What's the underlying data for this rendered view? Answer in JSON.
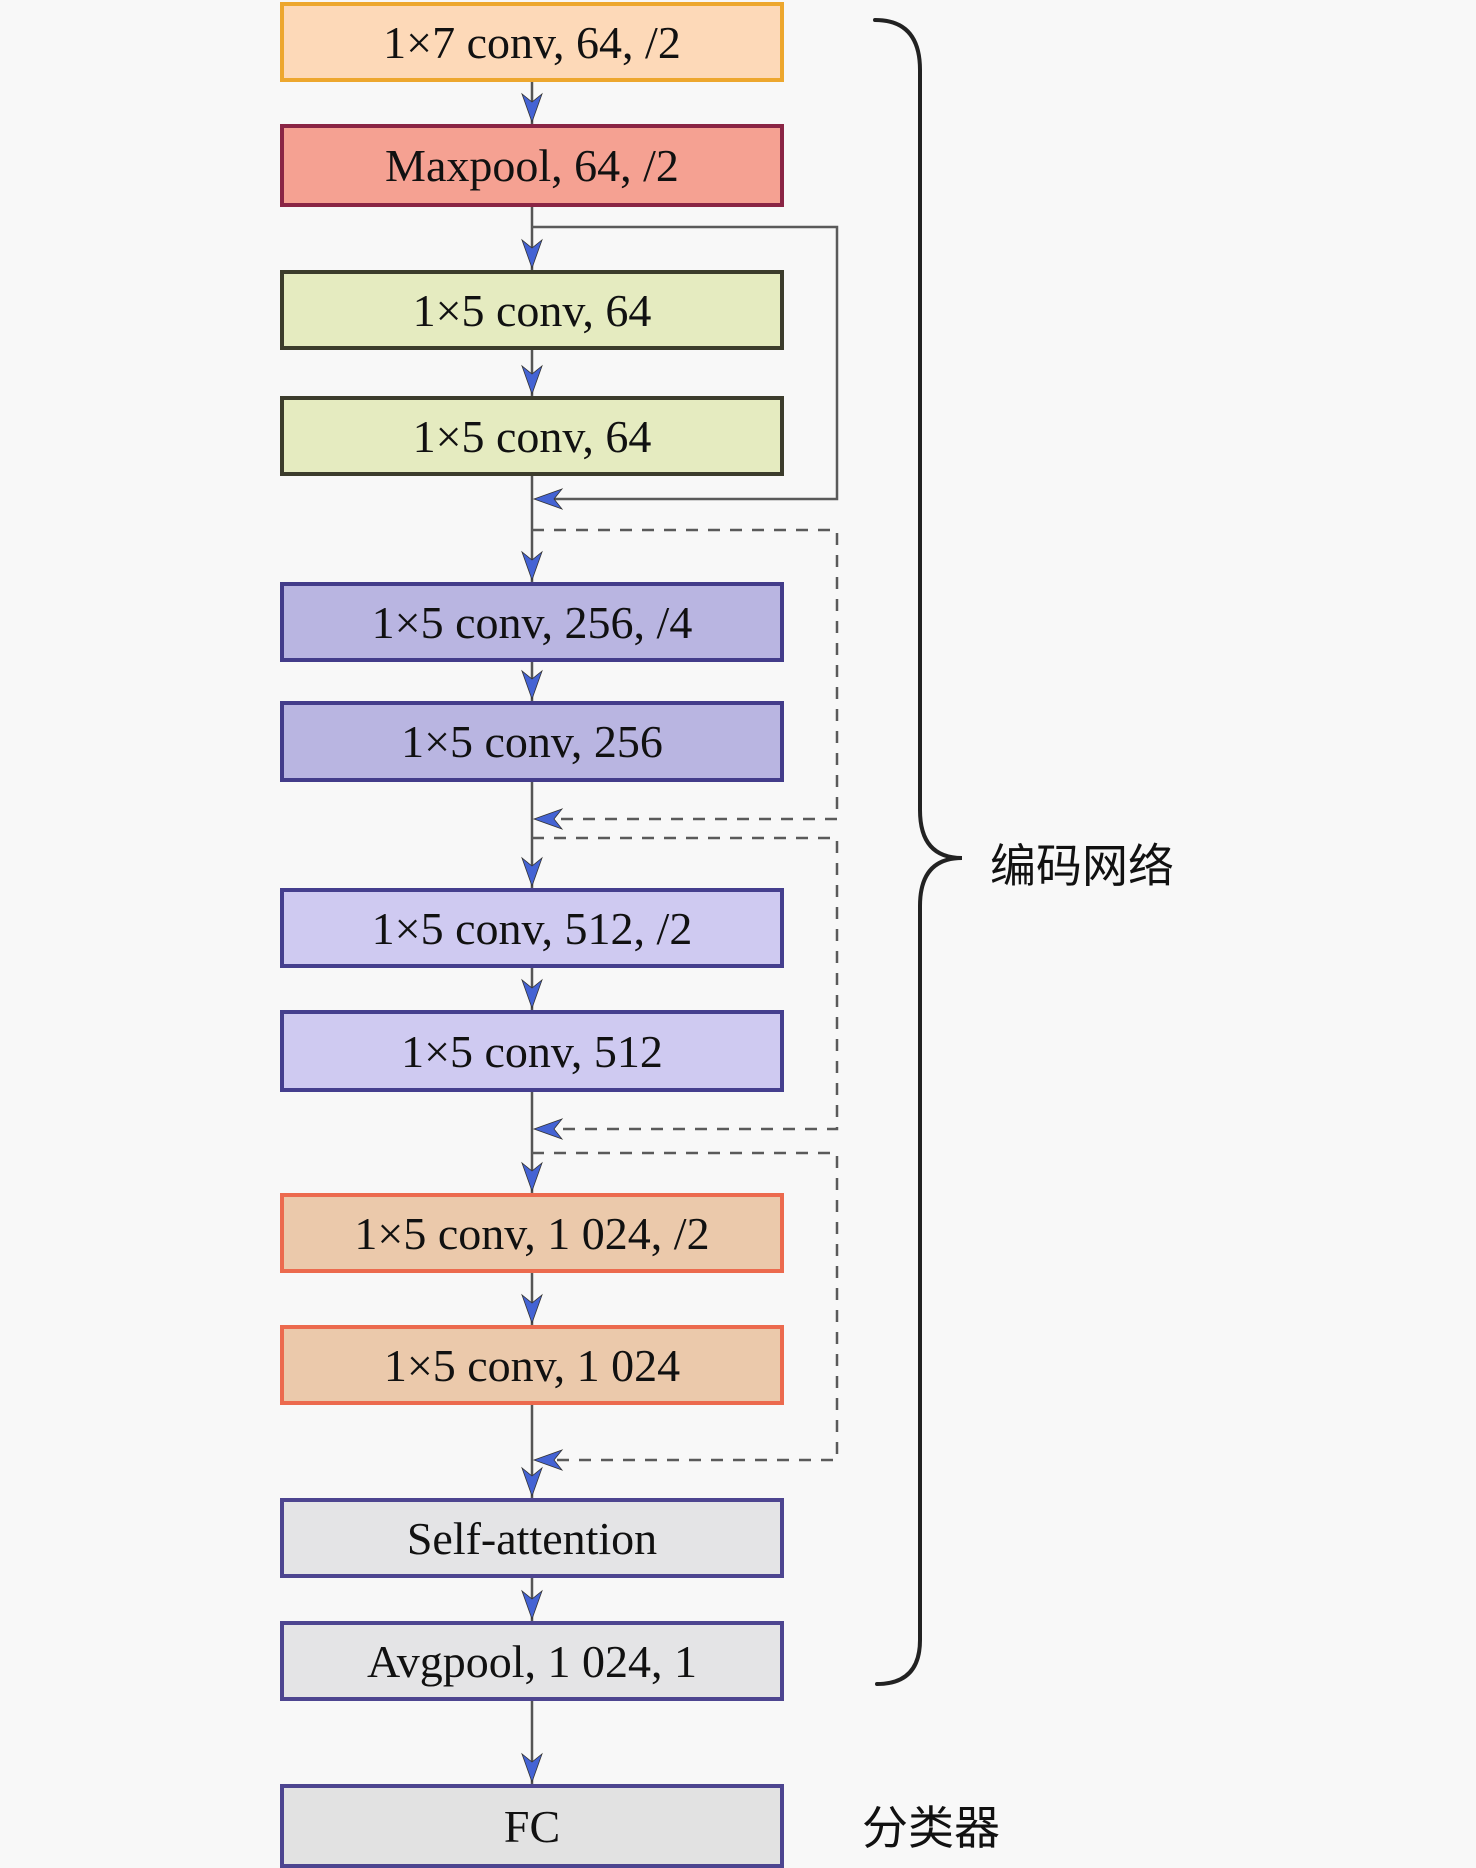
{
  "diagram": {
    "blocks": [
      {
        "id": "conv7",
        "label": "1×7 conv, 64, /2"
      },
      {
        "id": "maxpool",
        "label": "Maxpool, 64, /2"
      },
      {
        "id": "conv64a",
        "label": "1×5 conv, 64"
      },
      {
        "id": "conv64b",
        "label": "1×5 conv, 64"
      },
      {
        "id": "conv256a",
        "label": "1×5 conv, 256, /4"
      },
      {
        "id": "conv256b",
        "label": "1×5 conv, 256"
      },
      {
        "id": "conv512a",
        "label": "1×5 conv, 512, /2"
      },
      {
        "id": "conv512b",
        "label": "1×5 conv, 512"
      },
      {
        "id": "conv1024a",
        "label": "1×5 conv, 1 024, /2"
      },
      {
        "id": "conv1024b",
        "label": "1×5 conv, 1 024"
      },
      {
        "id": "selfattn",
        "label": "Self-attention"
      },
      {
        "id": "avgpool",
        "label": "Avgpool, 1 024, 1"
      },
      {
        "id": "fc",
        "label": "FC"
      }
    ],
    "groups": {
      "encoder": "编码网络",
      "classifier": "分类器"
    },
    "skip_connections": [
      {
        "from": "maxpool",
        "to": "conv256a",
        "style": "solid"
      },
      {
        "from": "conv64b",
        "to": "conv512a",
        "style": "dashed"
      },
      {
        "from": "conv256b",
        "to": "conv1024a",
        "style": "dashed"
      },
      {
        "from": "conv512b",
        "to": "selfattn",
        "style": "dashed"
      }
    ],
    "colors": {
      "arrow": "#4463d4",
      "line": "#555555",
      "brace": "#222222"
    }
  }
}
